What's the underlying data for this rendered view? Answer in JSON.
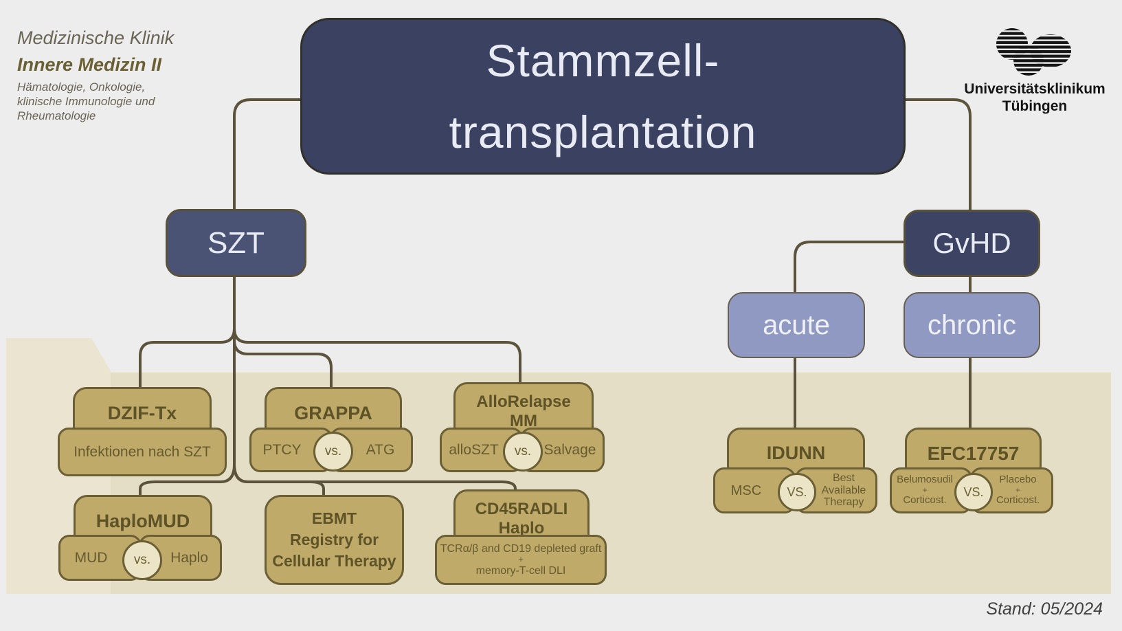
{
  "header": {
    "clinic_line1": "Medizinische Klinik",
    "clinic_line2": "Innere Medizin II",
    "clinic_line3": "Hämatologie, Onkologie,",
    "clinic_line4": "klinische Immunologie und",
    "clinic_line5": "Rheumatologie",
    "logo_icon": "ukt-striped-blobs-logo",
    "logo_text_line1": "Universitätsklinikum",
    "logo_text_line2": "Tübingen"
  },
  "title": {
    "line1": "Stammzell-",
    "line2": "transplantation"
  },
  "nodes": {
    "szt": "SZT",
    "gvhd": "GvHD",
    "acute": "acute",
    "chronic": "chronic"
  },
  "studies": {
    "dzif": {
      "title": "DZIF-Tx",
      "sub": "Infektionen nach SZT"
    },
    "grappa": {
      "title": "GRAPPA",
      "left": "PTCY",
      "vs": "vs.",
      "right": "ATG"
    },
    "allorelapse": {
      "title_line1": "AlloRelapse",
      "title_line2": "MM",
      "left": "alloSZT",
      "vs": "vs.",
      "right": "Salvage"
    },
    "haplomud": {
      "title": "HaploMUD",
      "left": "MUD",
      "vs": "vs.",
      "right": "Haplo"
    },
    "ebmt": {
      "line1": "EBMT",
      "line2": "Registry for",
      "line3": "Cellular Therapy"
    },
    "cd45": {
      "title_line1": "CD45RADLI",
      "title_line2": "Haplo",
      "sub_line1": "TCRα/β and CD19 depleted graft",
      "sub_line2": "+",
      "sub_line3": "memory-T-cell DLI"
    },
    "idunn": {
      "title": "IDUNN",
      "left": "MSC",
      "vs": "VS.",
      "right_line1": "Best",
      "right_line2": "Available",
      "right_line3": "Therapy"
    },
    "efc": {
      "title": "EFC17757",
      "left_line1": "Belumosudil",
      "left_line2": "+",
      "left_line3": "Corticost.",
      "vs": "VS.",
      "right_line1": "Placebo",
      "right_line2": "+",
      "right_line3": "Corticost."
    }
  },
  "footer": {
    "stand": "Stand: 05/2024"
  },
  "colors": {
    "background": "#ededed",
    "panel_tan": "#e4dec6",
    "panel_tan_light": "#eae4d0",
    "navy_dark": "#3b4161",
    "navy_mid": "#4b5375",
    "periwinkle": "#9099c1",
    "box_tan": "#c0aa6a",
    "box_border": "#6a5f35",
    "connector": "#5b533b",
    "vs_fill": "#ece4c6"
  }
}
